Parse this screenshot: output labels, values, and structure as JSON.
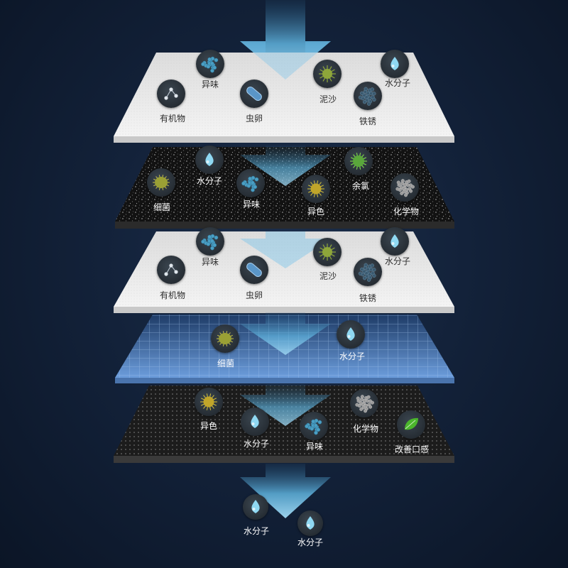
{
  "layers": [
    {
      "kind": "white-membrane",
      "particles": [
        {
          "label": "异味",
          "icon": "odor-particle-icon"
        },
        {
          "label": "水分子",
          "icon": "water-molecule-icon"
        },
        {
          "label": "有机物",
          "icon": "organic-molecule-icon"
        },
        {
          "label": "虫卵",
          "icon": "worm-egg-icon"
        },
        {
          "label": "泥沙",
          "icon": "sediment-particle-icon"
        },
        {
          "label": "铁锈",
          "icon": "rust-particle-icon"
        }
      ]
    },
    {
      "kind": "activated-carbon",
      "particles": [
        {
          "label": "水分子",
          "icon": "water-molecule-icon"
        },
        {
          "label": "细菌",
          "icon": "bacteria-icon"
        },
        {
          "label": "异味",
          "icon": "odor-particle-icon"
        },
        {
          "label": "异色",
          "icon": "color-particle-icon"
        },
        {
          "label": "余氯",
          "icon": "residual-chlorine-icon"
        },
        {
          "label": "化学物",
          "icon": "chemical-particle-icon"
        }
      ]
    },
    {
      "kind": "white-membrane",
      "particles": [
        {
          "label": "异味",
          "icon": "odor-particle-icon"
        },
        {
          "label": "水分子",
          "icon": "water-molecule-icon"
        },
        {
          "label": "有机物",
          "icon": "organic-molecule-icon"
        },
        {
          "label": "虫卵",
          "icon": "worm-egg-icon"
        },
        {
          "label": "泥沙",
          "icon": "sediment-particle-icon"
        },
        {
          "label": "铁锈",
          "icon": "rust-particle-icon"
        }
      ]
    },
    {
      "kind": "ro-grid-membrane",
      "particles": [
        {
          "label": "细菌",
          "icon": "bacteria-icon"
        },
        {
          "label": "水分子",
          "icon": "water-molecule-icon"
        }
      ]
    },
    {
      "kind": "carbon-block",
      "particles": [
        {
          "label": "异色",
          "icon": "color-particle-icon"
        },
        {
          "label": "水分子",
          "icon": "water-molecule-icon"
        },
        {
          "label": "异味",
          "icon": "odor-particle-icon"
        },
        {
          "label": "化学物",
          "icon": "chemical-particle-icon"
        },
        {
          "label": "改善口感",
          "icon": "green-leaf-icon"
        }
      ]
    }
  ],
  "output": {
    "particles": [
      {
        "label": "水分子",
        "icon": "water-molecule-icon"
      },
      {
        "label": "水分子",
        "icon": "water-molecule-icon"
      }
    ]
  },
  "colors": {
    "background": "#13223a",
    "arrow": "#7cc6ea",
    "membrane": "#ededed",
    "carbon": "#1a1a1a",
    "grid": "#4f7fbf",
    "water": "#8fd8f2",
    "odor": "#4a9fc4",
    "bacteria": "#9aa035",
    "sediment": "#8ea63a",
    "chlorine": "#5aa73b",
    "chemical": "#9a9a9a",
    "rust": "#3a5a70",
    "worm_egg": "#5a96c8",
    "leaf": "#4bb52c"
  }
}
